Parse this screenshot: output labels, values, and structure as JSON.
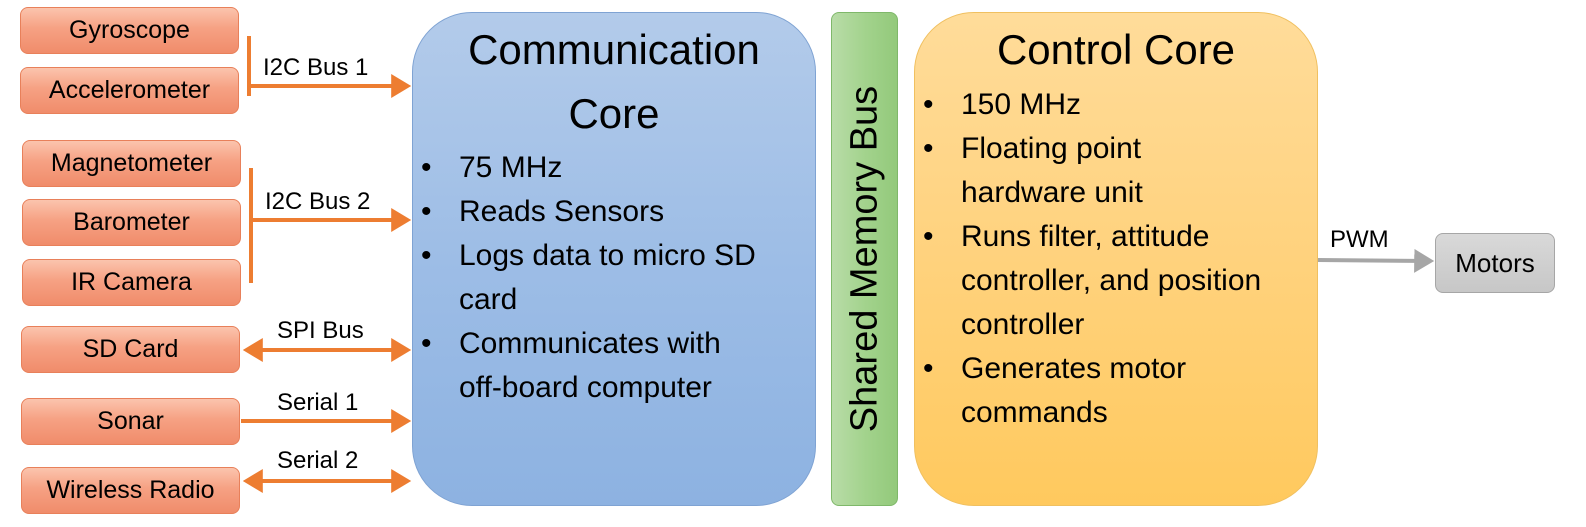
{
  "sensors": {
    "gyroscope": "Gyroscope",
    "accelerometer": "Accelerometer",
    "magnetometer": "Magnetometer",
    "barometer": "Barometer",
    "ir_camera": "IR Camera",
    "sd_card": "SD Card",
    "sonar": "Sonar",
    "wireless_radio": "Wireless Radio"
  },
  "buses": {
    "i2c_bus_1": "I2C Bus 1",
    "i2c_bus_2": "I2C Bus 2",
    "spi_bus": "SPI Bus",
    "serial_1": "Serial 1",
    "serial_2": "Serial 2",
    "pwm": "PWM"
  },
  "communication_core": {
    "title_line1": "Communication",
    "title_line2": "Core",
    "bullets": [
      "75 MHz",
      "Reads Sensors",
      "Logs data to micro SD",
      "card",
      "Communicates with",
      "off-board computer"
    ]
  },
  "shared_memory_bus": "Shared Memory Bus",
  "control_core": {
    "title": "Control Core",
    "bullets": [
      "150 MHz",
      "Floating point",
      "hardware unit",
      "Runs filter, attitude",
      "controller, and position",
      "controller",
      "Generates motor",
      "commands"
    ]
  },
  "motors": "Motors",
  "colors": {
    "arrow": "#ed7d31",
    "sensor_fill": "#f6a183",
    "comm_core_fill": "#9dbde6",
    "control_core_fill": "#ffd27d",
    "memory_bus_fill": "#a3d38d",
    "motors_fill": "#d0d0d0",
    "pwm_arrow": "#a6a6a6"
  }
}
